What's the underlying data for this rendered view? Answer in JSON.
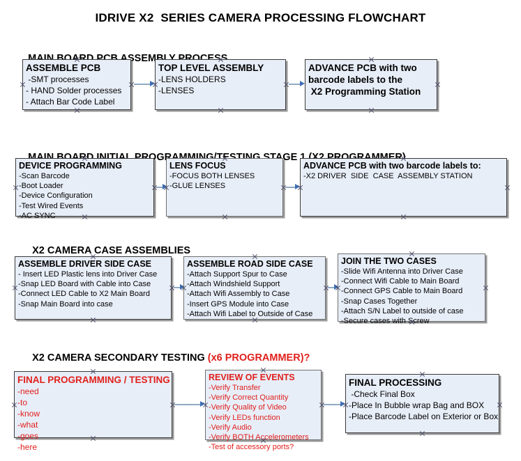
{
  "title": "IDRIVE X2  SERIES CAMERA PROCESSING FLOWCHART",
  "colors": {
    "box_fill": "#e8eef8",
    "box_border": "#3a3a3a",
    "accent_red": "#e0201c",
    "arrow_line": "#8fa9c4",
    "arrow_head": "#3d6fb5"
  },
  "sections": [
    {
      "heading": "MAIN BOARD PCB ASSEMBLY PROCESS",
      "heading_accent": "",
      "nodes": [
        {
          "title": "ASSEMBLE PCB",
          "lines": [
            " -SMT processes",
            "- HAND Solder processes",
            "- Attach Bar Code Label"
          ]
        },
        {
          "title": "TOP LEVEL ASSEMBLY",
          "lines": [
            "-LENS HOLDERS",
            "-LENSES"
          ]
        },
        {
          "title": "ADVANCE PCB with two",
          "lines": [
            "barcode labels to the",
            " X2 Programming Station"
          ]
        }
      ]
    },
    {
      "heading": "MAIN BOARD INITIAL PROGRAMMING/TESTING STAGE 1 (X2 PROGRAMMER)",
      "heading_accent": "",
      "nodes": [
        {
          "title": "DEVICE PROGRAMMING",
          "lines": [
            "-Scan Barcode",
            "-Boot Loader",
            "-Device Configuration",
            "-Test Wired Events",
            "-AC SYNC"
          ]
        },
        {
          "title": "LENS FOCUS",
          "lines": [
            "-FOCUS BOTH LENSES",
            "-GLUE LENSES"
          ]
        },
        {
          "title": "ADVANCE PCB with two barcode labels to:",
          "lines": [
            "-X2 DRIVER  SIDE  CASE  ASSEMBLY STATION"
          ]
        }
      ]
    },
    {
      "heading": "X2 CAMERA CASE ASSEMBLIES",
      "heading_accent": "",
      "nodes": [
        {
          "title": "ASSEMBLE DRIVER SIDE CASE",
          "lines": [
            "- Insert LED Plastic lens into Driver Case",
            "-Snap LED Board with Cable into Case",
            "-Connect LED Cable to X2 Main Board",
            "-Snap Main Board into case"
          ]
        },
        {
          "title": "ASSEMBLE ROAD SIDE CASE",
          "lines": [
            "-Attach Support Spur to Case",
            "-Attach Windshield Support",
            "-Attach Wifi Assembly to Case",
            "-Insert GPS Module into Case",
            "-Attach Wifi Label to Outside of Case"
          ]
        },
        {
          "title": "JOIN THE TWO CASES",
          "lines": [
            "-Slide Wifi Antenna into Driver Case",
            "-Connect Wifi Cable to Main Board",
            "-Connect GPS Cable to Main Board",
            "-Snap Cases Together",
            "-Attach S/N Label to outside of case",
            "-Secure cases with Screw"
          ]
        }
      ]
    },
    {
      "heading": "X2 CAMERA SECONDARY TESTING ",
      "heading_accent": "(x6 PROGRAMMER)?",
      "nodes": [
        {
          "title": "FINAL PROGRAMMING / TESTING",
          "lines": [
            "-need",
            "-to",
            "-know",
            "-what",
            "-goes",
            "-here"
          ]
        },
        {
          "title": "REVIEW OF EVENTS",
          "lines": [
            "-Verify Transfer",
            "-Verify Correct Quantity",
            "-Verify Quality of Video",
            "-Verify LEDs function",
            "-Verify Audio",
            "-Verify BOTH Accelerometers",
            "-Test of accessory ports?"
          ]
        },
        {
          "title": "FINAL PROCESSING",
          "lines": [
            " -Check Final Box",
            "-Place In Bubble wrap Bag and BOX",
            "-Place Barcode Label on Exterior or Box"
          ]
        }
      ]
    }
  ]
}
